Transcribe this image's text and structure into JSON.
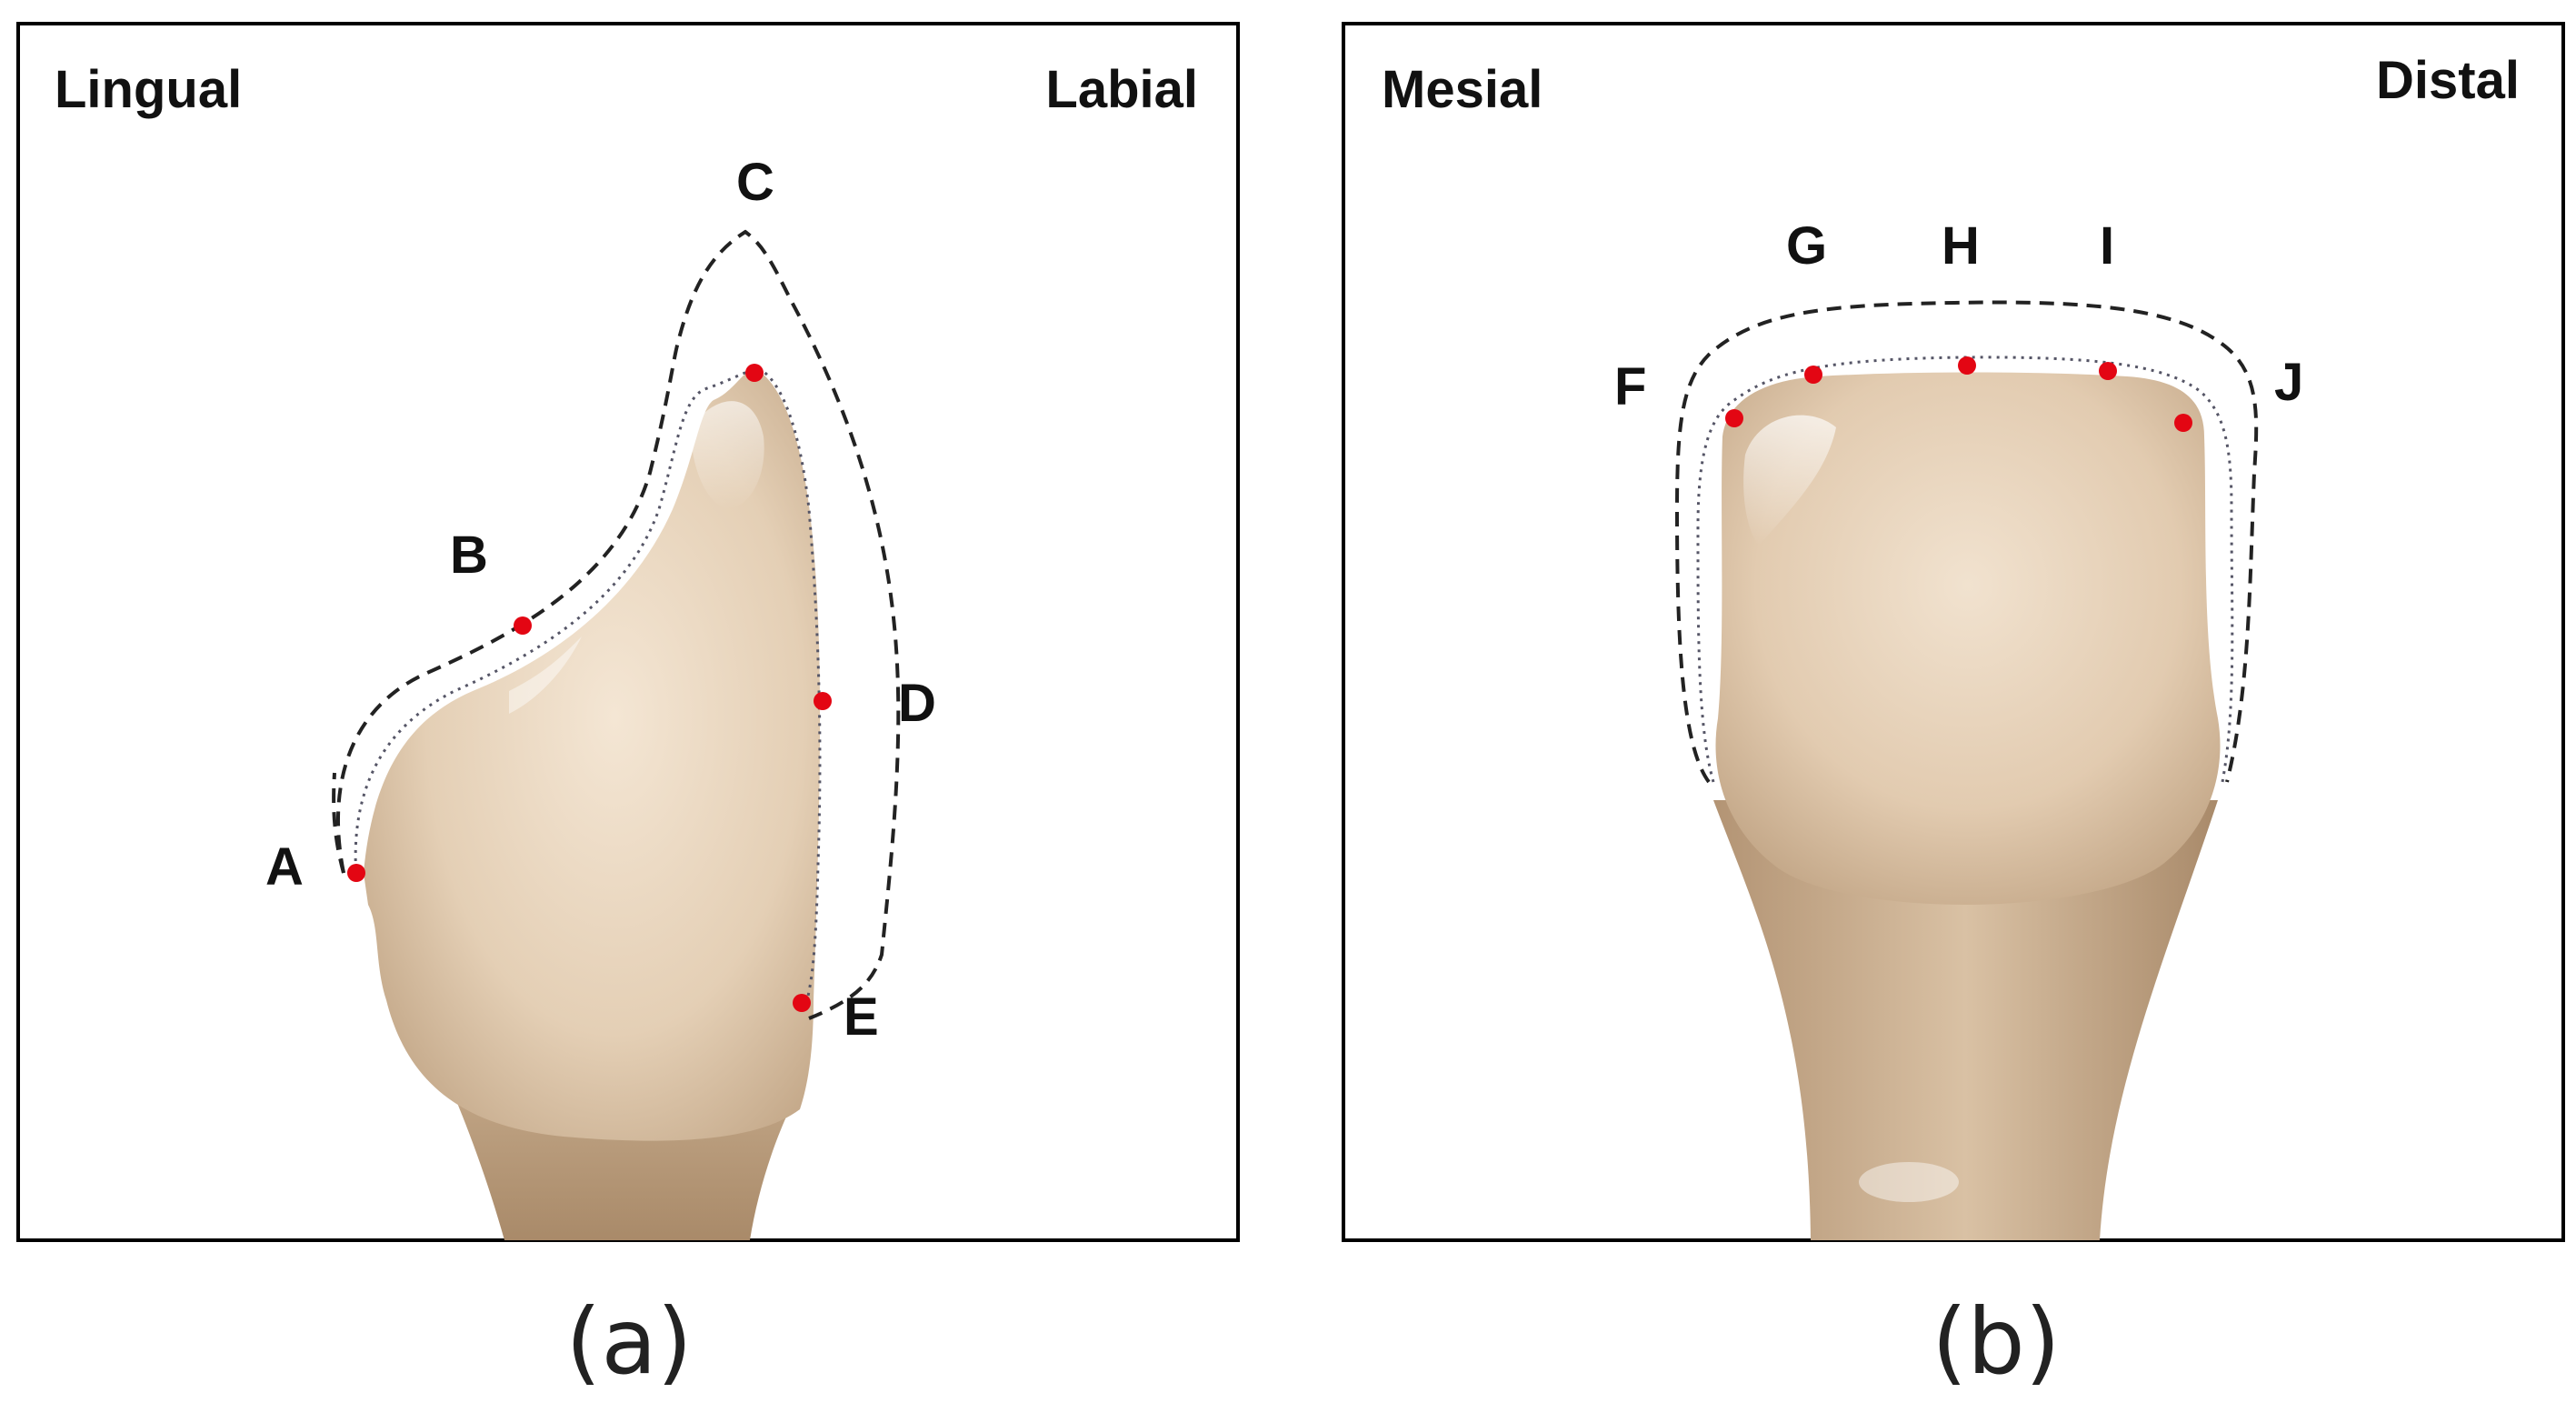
{
  "panel_a": {
    "left_label": "Lingual",
    "right_label": "Labial",
    "points": [
      "A",
      "B",
      "C",
      "D",
      "E"
    ],
    "caption": "(a)"
  },
  "panel_b": {
    "left_label": "Mesial",
    "right_label": "Distal",
    "points": [
      "F",
      "G",
      "H",
      "I",
      "J"
    ],
    "caption": "(b)"
  },
  "colors": {
    "frame": "#000000",
    "tooth_light": "#efe0cd",
    "tooth_mid": "#dcc4a6",
    "tooth_dark": "#b99c7c",
    "marker": "#e30613",
    "dashed_outline": "#222222",
    "dotted_outline": "#555566"
  }
}
